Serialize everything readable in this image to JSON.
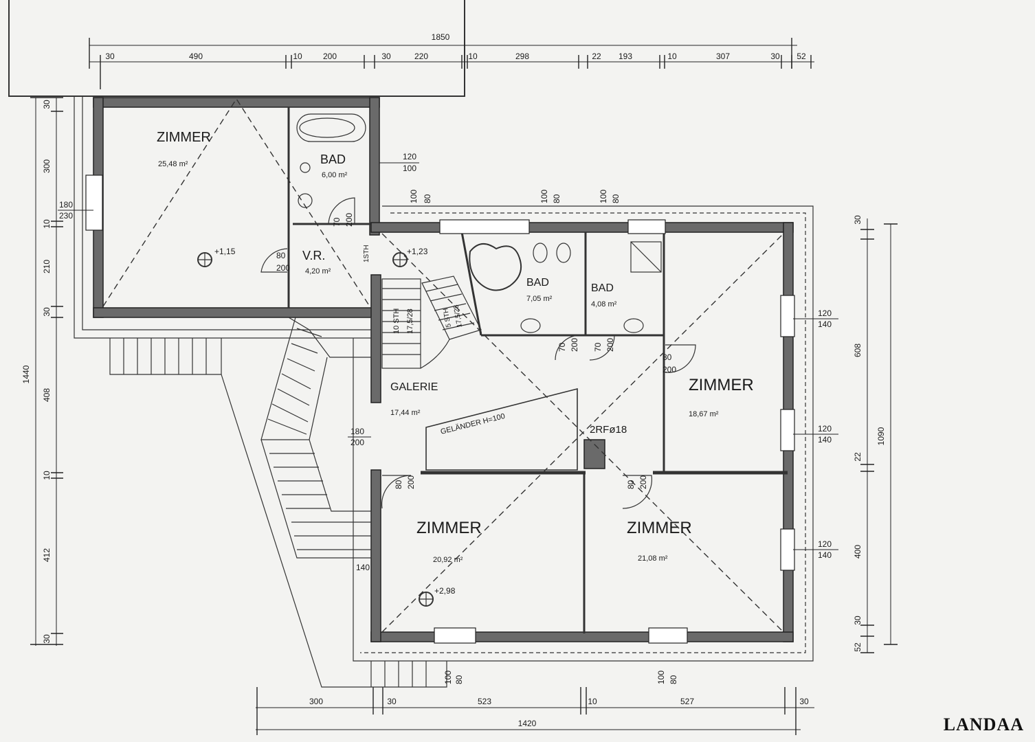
{
  "brand": "LANDAA",
  "rooms": {
    "zimmer_nw": {
      "name": "ZIMMER",
      "area": "25,48 m²"
    },
    "bad_1": {
      "name": "BAD",
      "area": "6,00 m²"
    },
    "vr": {
      "name": "V.R.",
      "area": "4,20 m²"
    },
    "bad_2": {
      "name": "BAD",
      "area": "7,05 m²"
    },
    "bad_3": {
      "name": "BAD",
      "area": "4,08 m²"
    },
    "galerie": {
      "name": "GALERIE",
      "area": "17,44 m²"
    },
    "zimmer_e": {
      "name": "ZIMMER",
      "area": "18,67 m²"
    },
    "zimmer_sw": {
      "name": "ZIMMER",
      "area": "20,92 m²"
    },
    "zimmer_se": {
      "name": "ZIMMER",
      "area": "21,08 m²"
    }
  },
  "levels": {
    "l1": "+1,15",
    "l2": "+1,23",
    "l3": "+2,98"
  },
  "notes": {
    "gelaender": "GELÄNDER H=100",
    "chimney": "2RFø18",
    "stair_a": "10 STH",
    "stair_a2": "17,5/28",
    "stair_b": "1STH",
    "stair_c": "5 STH",
    "stair_c2": "17,5/28"
  },
  "openings": {
    "w_top1": [
      "100",
      "80"
    ],
    "w_top2": [
      "100",
      "80"
    ],
    "w_top3": [
      "100",
      "80"
    ],
    "w_bot1": [
      "100",
      "80"
    ],
    "w_bot2": [
      "100",
      "80"
    ],
    "bad1_win": [
      "120",
      "100"
    ],
    "z_west_win": [
      "180",
      "230"
    ],
    "galerie_win": [
      "180",
      "200"
    ],
    "e_win1": [
      "120",
      "140"
    ],
    "e_win2": [
      "120",
      "140"
    ],
    "e_win3": [
      "120",
      "140"
    ],
    "door_vr": [
      "80",
      "200"
    ],
    "door_bad1": [
      "70",
      "200"
    ],
    "door_bad2": [
      "70",
      "200"
    ],
    "door_bad3": [
      "70",
      "200"
    ],
    "door_ze": [
      "80",
      "200"
    ],
    "door_zsw": [
      "80",
      "200"
    ],
    "door_zse": [
      "80",
      "200"
    ],
    "stair_dim": "140"
  },
  "dims": {
    "top_total": "1850",
    "top": [
      "30",
      "490",
      "10",
      "200",
      "30",
      "220",
      "10",
      "298",
      "22",
      "193",
      "10",
      "307",
      "30",
      "52"
    ],
    "bottom": [
      "300",
      "30",
      "523",
      "10",
      "527",
      "30"
    ],
    "bottom_total": "1420",
    "left_total": "1440",
    "left": [
      "30",
      "300",
      "10",
      "210",
      "30",
      "408",
      "10",
      "412",
      "30"
    ],
    "right_total": "1090",
    "right": [
      "30",
      "608",
      "22",
      "400",
      "30",
      "52"
    ]
  }
}
